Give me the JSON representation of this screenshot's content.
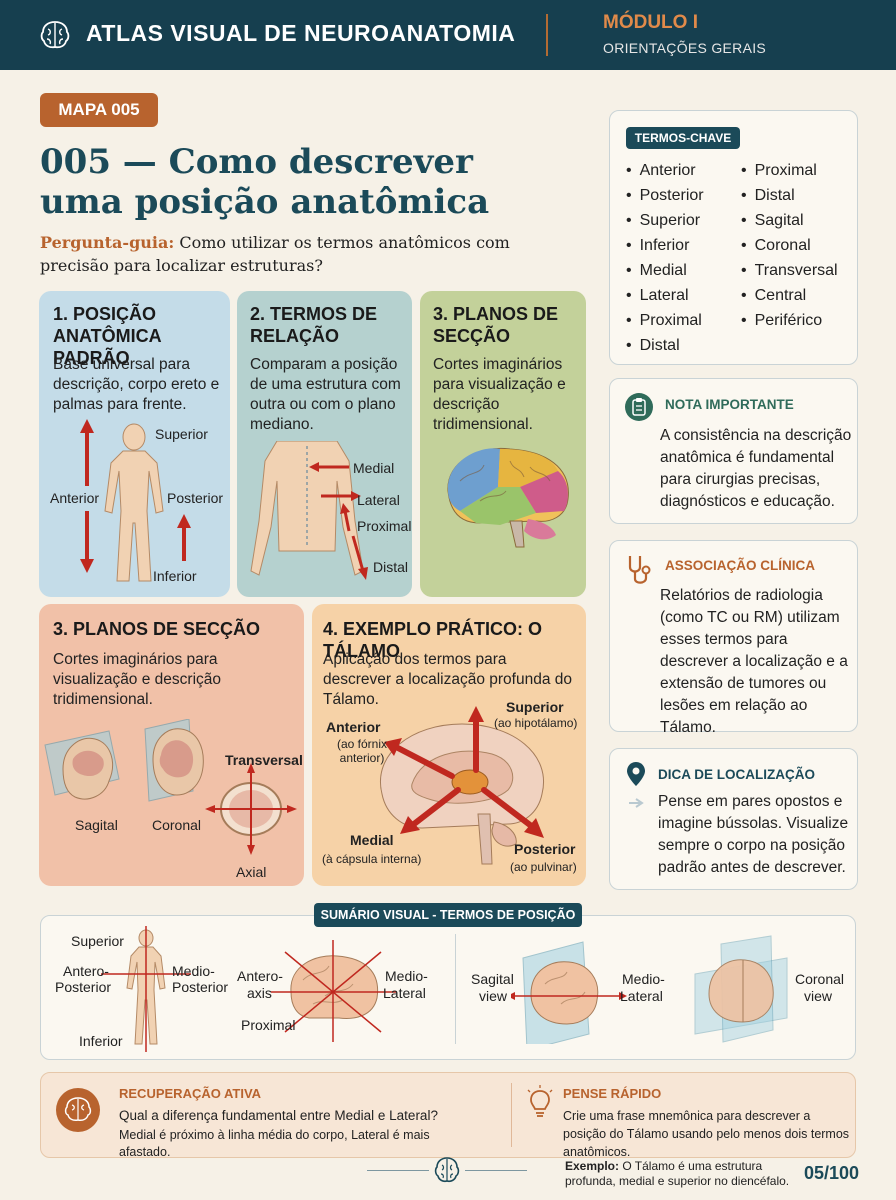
{
  "header": {
    "brand": "ATLAS VISUAL DE NEUROANATOMIA",
    "module": "MÓDULO I",
    "module_sub": "ORIENTAÇÕES GERAIS"
  },
  "map_badge": "MAPA 005",
  "title_line1": "005 — Como descrever",
  "title_line2": "uma posição anatômica",
  "guide": {
    "label": "Pergunta-guia:",
    "text": " Como utilizar os termos anatômicos com precisão para localizar estruturas?"
  },
  "cards": {
    "c1": {
      "title_l1": "1. POSIÇÃO",
      "title_l2": "ANATÔMICA PADRÃO",
      "text": "Base universal para descrição, corpo ereto e palmas para frente.",
      "labels": {
        "superior": "Superior",
        "anterior": "Anterior",
        "posterior": "Posterior",
        "inferior": "Inferior"
      }
    },
    "c2": {
      "title_l1": "2. TERMOS DE",
      "title_l2": "RELAÇÃO",
      "text": "Comparam a posição de uma estrutura com outra ou com o plano mediano.",
      "labels": {
        "medial": "Medial",
        "lateral": "Lateral",
        "proximal": "Proximal",
        "distal": "Distal"
      }
    },
    "c3": {
      "title_l1": "3. PLANOS DE",
      "title_l2": "SECÇÃO",
      "text": "Cortes imaginários para visualização e descrição tridimensional."
    },
    "c4": {
      "title": "3. PLANOS DE SECÇÃO",
      "text": "Cortes imaginários para visualização e descrição tridimensional.",
      "labels": {
        "sagital": "Sagital",
        "coronal": "Coronal",
        "transversal": "Transversal",
        "axial": "Axial"
      }
    },
    "c5": {
      "title": "4. EXEMPLO PRÁTICO: O TÁLAMO",
      "text": "Aplicação dos termos para descrever a localização profunda do Tálamo.",
      "labels": {
        "anterior": "Anterior",
        "anterior_sub": "(ao fórnix anterior)",
        "superior": "Superior",
        "superior_sub": "(ao hipotálamo)",
        "medial": "Medial",
        "medial_sub": "(à cápsula interna)",
        "posterior": "Posterior",
        "posterior_sub": "(ao pulvinar)"
      }
    }
  },
  "keywords": {
    "tag": "TERMOS-CHAVE",
    "col1": [
      "Anterior",
      "Posterior",
      "Superior",
      "Inferior",
      "Medial",
      "Lateral",
      "Proximal",
      "Distal"
    ],
    "col2": [
      "Proximal",
      "Distal",
      "Sagital",
      "Coronal",
      "Transversal",
      "Central",
      "Periférico"
    ]
  },
  "note": {
    "title": "NOTA IMPORTANTE",
    "text": "A consistência na descrição anatômica é fundamental para cirurgias precisas, diagnósticos e educação."
  },
  "clinical": {
    "title": "ASSOCIAÇÃO CLÍNICA",
    "text": "Relatórios de radiologia (como TC ou RM) utilizam esses termos para descrever a localização e a extensão de tumores ou lesões em relação ao Tálamo."
  },
  "tip": {
    "title": "DICA DE LOCALIZAÇÃO",
    "text": "Pense em pares opostos e imagine bússolas. Visualize sempre o corpo na posição padrão antes de descrever."
  },
  "summary": {
    "tag": "SUMÁRIO VISUAL - TERMOS DE POSIÇÃO",
    "body": {
      "superior": "Superior",
      "antero": "Antero-",
      "posterior": "Posterior",
      "medio": "Medio-",
      "posterior2": "Posterior",
      "inferior": "Inferior"
    },
    "brain": {
      "antero": "Antero-",
      "axis": "axis",
      "medio": "Medio-",
      "lateral": "Lateral",
      "proximal": "Proximal"
    },
    "sag": {
      "sagital": "Sagital",
      "view": "view",
      "medio": "Medio-",
      "lateral": "Lateral"
    },
    "cor": {
      "coronal": "Coronal",
      "view": "view"
    }
  },
  "recall": {
    "title": "RECUPERAÇÃO ATIVA",
    "question": "Qual a diferença fundamental entre Medial e Lateral?",
    "answer": "Medial é próximo à linha média do corpo, Lateral é mais afastado."
  },
  "think": {
    "title": "PENSE RÁPIDO",
    "text": "Crie uma frase mnemônica para descrever a posição do Tálamo usando pelo menos dois termos anatômicos."
  },
  "footer": {
    "example_label": "Exemplo:",
    "example_text": " O Tálamo é uma estrutura profunda, medial e superior no diencéfalo.",
    "page": "05/100"
  },
  "colors": {
    "header": "#163f4f",
    "accent": "#b8632e",
    "arrow": "#c0281f",
    "card1": "#c4dce8",
    "card2": "#b5d1cf",
    "card3": "#c3d19a",
    "card4": "#f1c1a8",
    "card5": "#f6d2a7"
  }
}
